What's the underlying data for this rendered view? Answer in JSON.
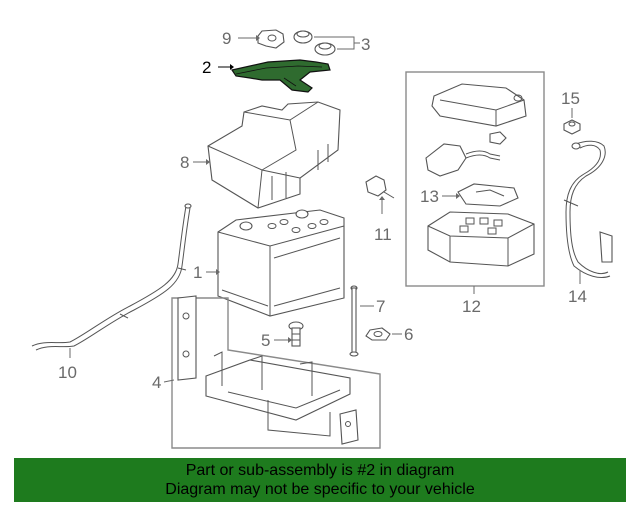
{
  "callouts": {
    "c1": "1",
    "c2": "2",
    "c3": "3",
    "c4": "4",
    "c5": "5",
    "c6": "6",
    "c7": "7",
    "c8": "8",
    "c9": "9",
    "c10": "10",
    "c11": "11",
    "c12": "12",
    "c13": "13",
    "c14": "14",
    "c15": "15"
  },
  "highlight_color": "#2f6b2f",
  "banner": {
    "line1": "Part or sub-assembly is #2 in diagram",
    "line2": "Diagram may not be specific to your vehicle",
    "color": "#1e7b1e"
  }
}
